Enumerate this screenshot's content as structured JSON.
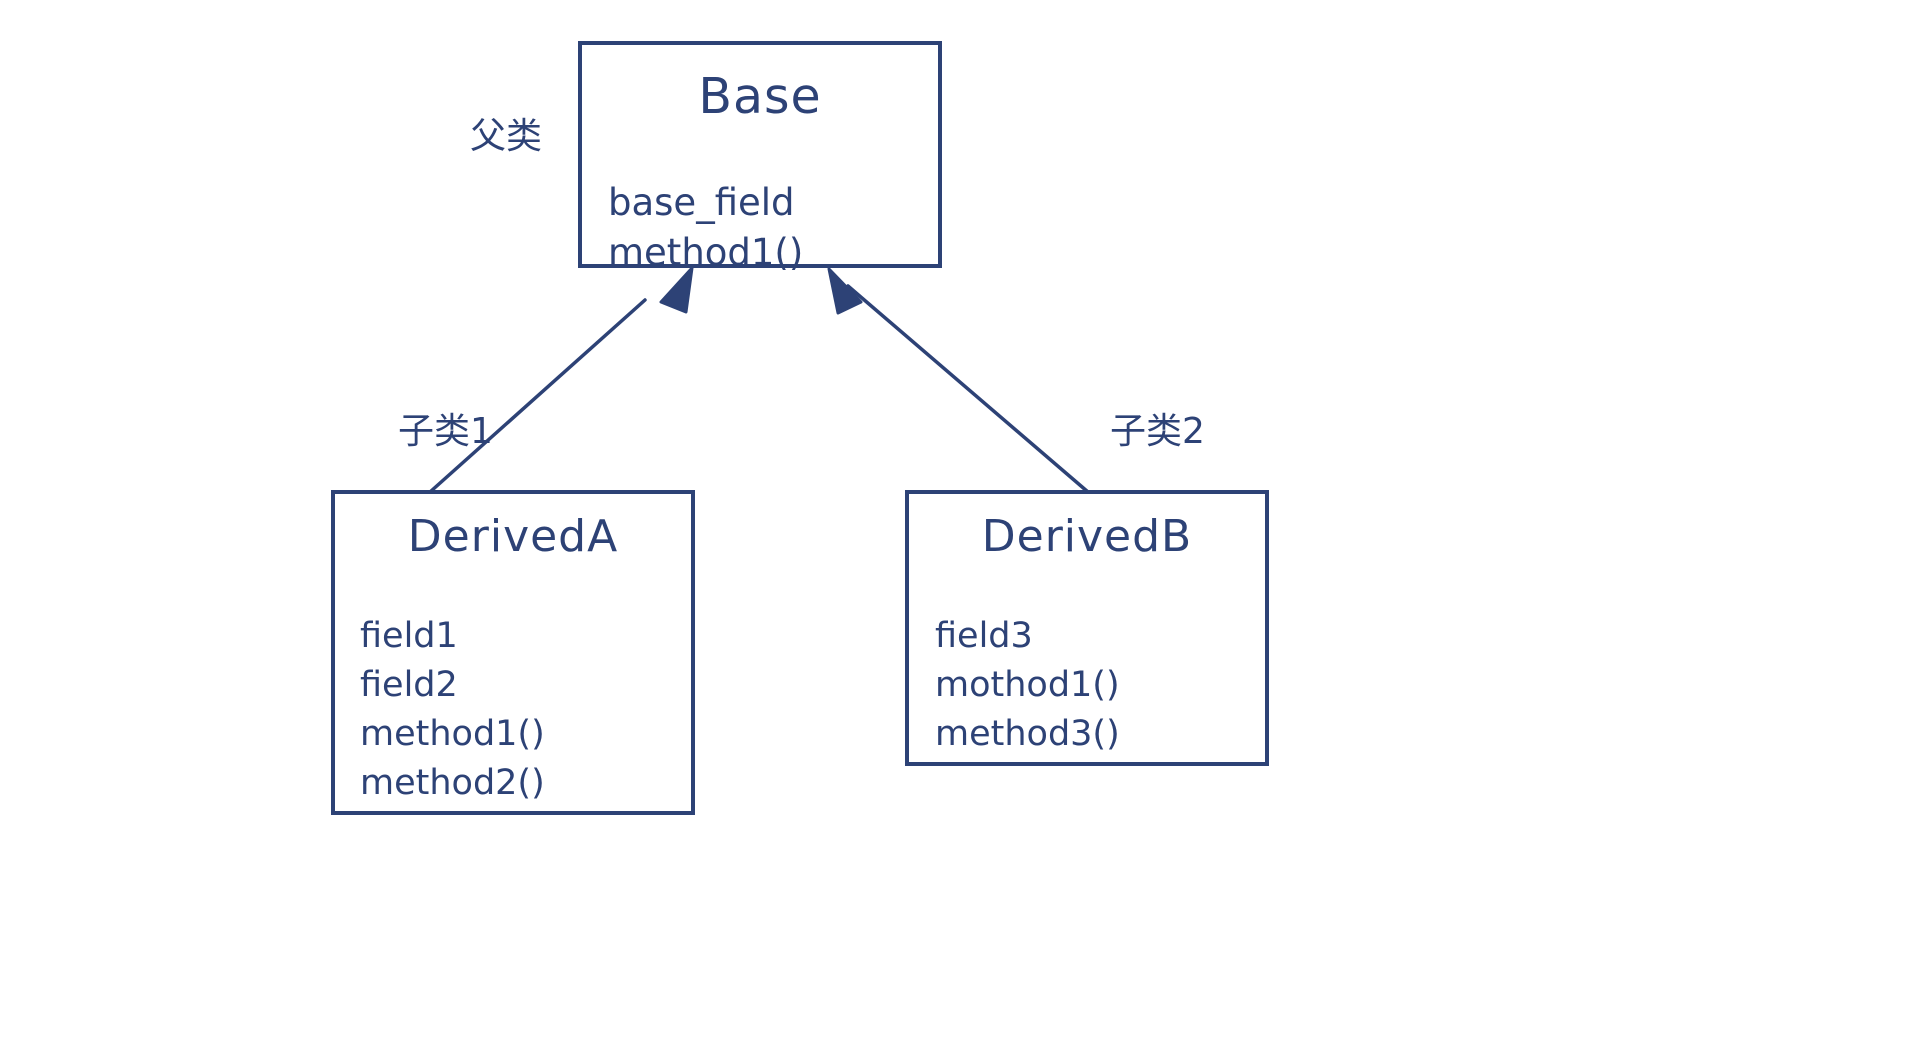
{
  "diagram": {
    "type": "uml-class-inheritance",
    "background_color": "#ffffff",
    "stroke_color": "#2d4276",
    "text_color": "#2d4276"
  },
  "annotations": {
    "parent": "父类",
    "child1": "子类1",
    "child2": "子类2"
  },
  "classes": {
    "base": {
      "name": "Base",
      "members": [
        "base_field",
        "method1()"
      ]
    },
    "derived_a": {
      "name": "DerivedA",
      "members": [
        "field1",
        "field2",
        "method1()",
        "method2()"
      ]
    },
    "derived_b": {
      "name": "DerivedB",
      "members": [
        "field3",
        "mothod1()",
        "method3()"
      ]
    }
  },
  "edges": [
    {
      "from": "DerivedA",
      "to": "Base",
      "kind": "inheritance",
      "arrowhead": "filled-triangle"
    },
    {
      "from": "DerivedB",
      "to": "Base",
      "kind": "inheritance",
      "arrowhead": "filled-triangle"
    }
  ]
}
